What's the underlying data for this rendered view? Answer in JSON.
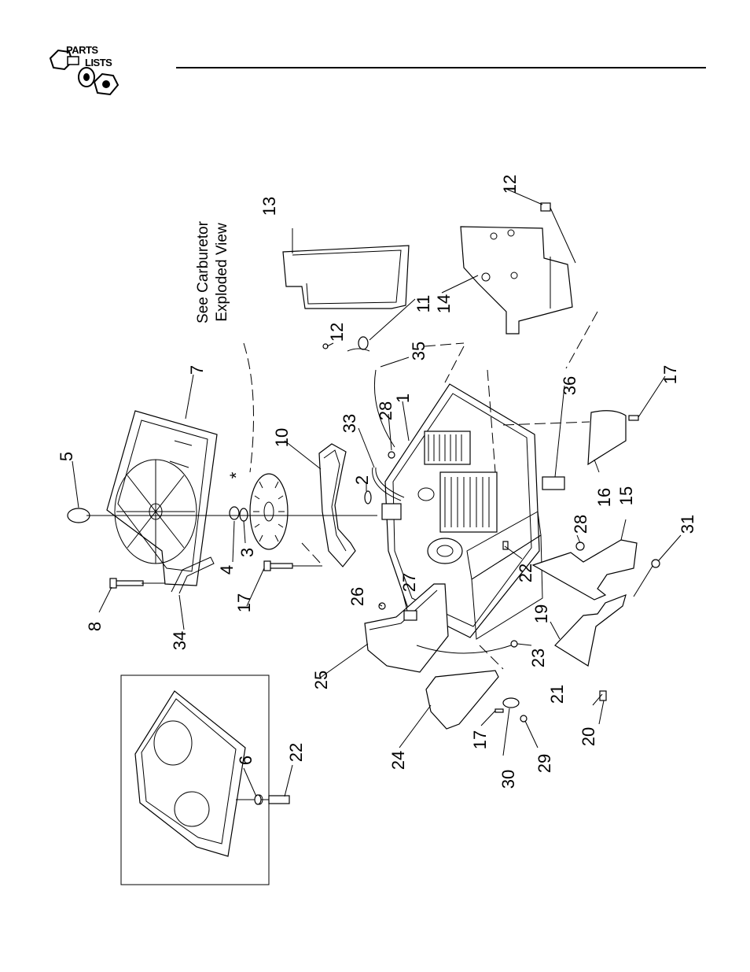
{
  "header": {
    "logo_line1": "PARTS",
    "logo_line2": "LISTS"
  },
  "note": {
    "line1": "See Carburetor",
    "line2": "Exploded View",
    "marker": "*"
  },
  "callouts": {
    "c1": "1",
    "c2": "2",
    "c3": "3",
    "c4": "4",
    "c5": "5",
    "c6": "6",
    "c7": "7",
    "c8": "8",
    "c10": "10",
    "c11": "11",
    "c12a": "12",
    "c12b": "12",
    "c13": "13",
    "c14": "14",
    "c15": "15",
    "c16": "16",
    "c17a": "17",
    "c17b": "17",
    "c17c": "17",
    "c19": "19",
    "c20": "20",
    "c21": "21",
    "c22a": "22",
    "c22b": "22",
    "c23": "23",
    "c24": "24",
    "c25": "25",
    "c26": "26",
    "c27": "27",
    "c28a": "28",
    "c28b": "28",
    "c29": "29",
    "c30": "30",
    "c31": "31",
    "c33": "33",
    "c34": "34",
    "c35": "35",
    "c36": "36"
  }
}
